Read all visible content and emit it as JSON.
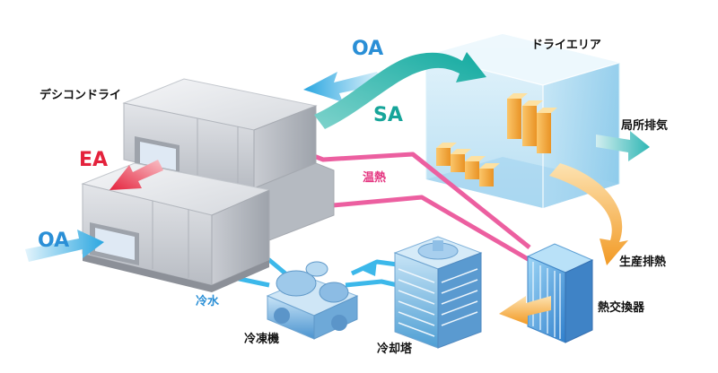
{
  "labels": {
    "desiccant": "デシコンドライ",
    "dry_area": "ドライエリア",
    "local_exhaust": "局所排気",
    "heat_exhaust": "生産排熱",
    "heat_exchanger": "熱交換器",
    "chiller": "冷凍機",
    "cooling_tower": "冷却塔",
    "hot_heat": "温熱",
    "cold_water": "冷水",
    "oa_top": "OA",
    "sa": "SA",
    "ea": "EA",
    "oa_left": "OA"
  },
  "colors": {
    "oa": "#29a6df",
    "sa": "#1fb3a8",
    "ea": "#e8334a",
    "hot_pipe": "#ec5fa0",
    "cold_pipe": "#3cb8ea",
    "label_blue": "#2a8fd6",
    "label_teal": "#17a59a",
    "label_red": "#e4223c",
    "label_pink": "#e4337f",
    "exhaust_orange": "#f2a83a"
  }
}
